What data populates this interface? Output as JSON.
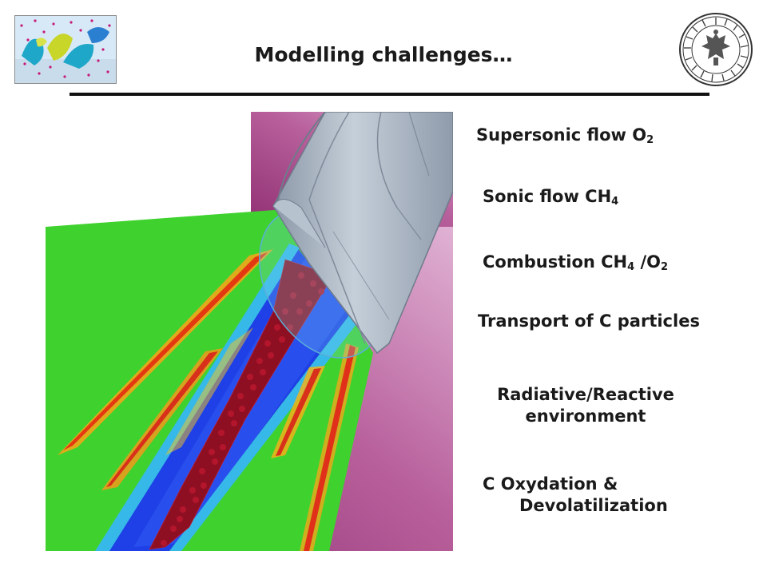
{
  "slide": {
    "title": "Modelling challenges…"
  },
  "bullets": {
    "supersonic": {
      "text": "Supersonic flow O",
      "sub": "2"
    },
    "sonic": {
      "text": "Sonic flow CH",
      "sub": "4"
    },
    "combustion": {
      "text": "Combustion CH",
      "sub1": "4",
      "mid": " /O",
      "sub2": "2"
    },
    "transport": {
      "text": "Transport of C particles"
    },
    "radiative": {
      "line1": "Radiative/Reactive",
      "line2": "environment"
    },
    "oxydation": {
      "line1": "C Oxydation &",
      "line2": "Devolatilization"
    }
  },
  "images": {
    "logo": "particle-simulation-thumbnail",
    "seal": "university-seal-icon",
    "figure": "cfd-jet-simulation"
  },
  "colors": {
    "background_purple": "#9c3a7a",
    "field_green": "#3ed32a",
    "core_blue": "#1a3fe0",
    "hot_red": "#e03010",
    "particle_red": "#9a1020",
    "nozzle_grey": "#a8b4c2"
  }
}
